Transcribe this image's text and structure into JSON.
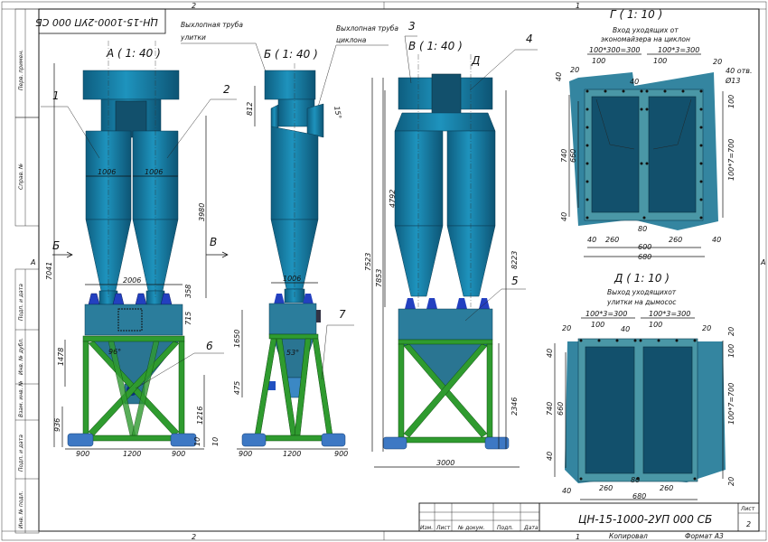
{
  "drawing": {
    "stamp_rotated": "ЦН-15-1000-2УП 000 СБ",
    "zone_markers": {
      "top": [
        "2",
        "1"
      ],
      "bottom": [
        "2",
        "1"
      ],
      "side": [
        "А",
        "А"
      ]
    },
    "sidebar_top": [
      "Перв. примен.",
      "Справ. №"
    ],
    "sidebar_bottom": [
      "Подп. и дата",
      "Инв. № дубл.",
      "Взам. инв. №",
      "Подп. и дата",
      "Инв. № подл."
    ],
    "notes": {
      "exhaust_volute": [
        "Выхлопная труба",
        "улитки"
      ],
      "exhaust_cyclone": [
        "Выхлопная труба",
        "циклона"
      ]
    },
    "views": {
      "A": {
        "title": "А ( 1: 40 )",
        "dims": [
          "1006",
          "1006",
          "3980",
          "7041",
          "2006",
          "358",
          "715",
          "1478",
          "96°",
          "1216",
          "936",
          "10",
          "900",
          "1200",
          "900"
        ]
      },
      "B": {
        "title": "Б ( 1: 40 )",
        "dims": [
          "812",
          "15°",
          "1006",
          "1650",
          "53°",
          "475",
          "10",
          "900",
          "1200",
          "900"
        ]
      },
      "V": {
        "title": "В ( 1: 40 )",
        "dims": [
          "4792",
          "7523",
          "7853",
          "8223",
          "2346",
          "3000"
        ],
        "letter": "Д"
      },
      "G": {
        "title": "Г ( 1: 10 )",
        "subtitle": [
          "Вход уходящих от",
          "экономайзера на циклон"
        ],
        "dims": [
          "100*300=300",
          "100*3=300",
          "100",
          "100",
          "20",
          "20",
          "40 отв.",
          "Ø13",
          "40",
          "40",
          "100",
          "740",
          "660",
          "100*7=700",
          "40",
          "80",
          "260",
          "260",
          "600",
          "680",
          "40",
          "40"
        ]
      },
      "D": {
        "title": "Д ( 1: 10 )",
        "subtitle": [
          "Выход уходящихот",
          "улитки на дымосос"
        ],
        "dims": [
          "100*3=300",
          "100*3=300",
          "20",
          "100",
          "40",
          "100",
          "20",
          "20",
          "100",
          "740",
          "660",
          "100*7=700",
          "40",
          "40",
          "80",
          "260",
          "260",
          "680",
          "40",
          "20"
        ]
      }
    },
    "section_arrows": [
      "Б",
      "В"
    ],
    "callouts": [
      "1",
      "2",
      "3",
      "4",
      "5",
      "6",
      "7"
    ]
  },
  "title_block": {
    "headers": [
      "Изм.",
      "Лист",
      "№ докум.",
      "Подп.",
      "Дата"
    ],
    "designation": "ЦН-15-1000-2УП 000 СБ",
    "sheet_label": "Лист",
    "sheet_number": "2",
    "copied_label": "Копировал",
    "format_label": "Формат А3",
    "bottom_zone": "1"
  },
  "colors": {
    "body": "#1b82a8",
    "frame": "#2f9b2f",
    "feet": "#3d78c4",
    "panel": "#12506c"
  }
}
